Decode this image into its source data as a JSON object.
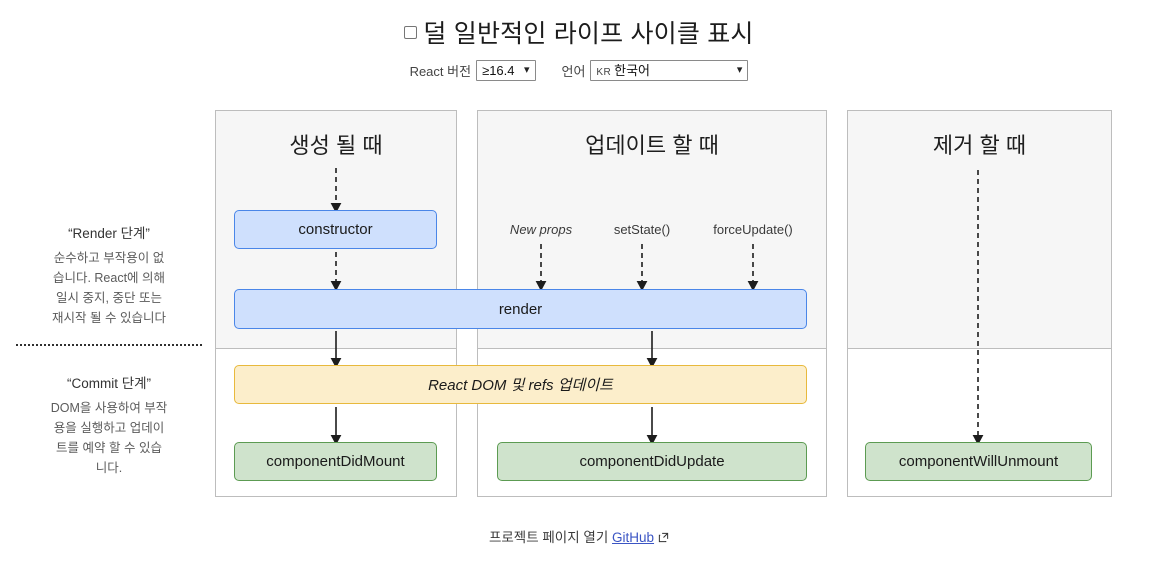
{
  "header": {
    "checkbox_label": "덜 일반적인 라이프 사이클 표시",
    "checkbox_checked": false,
    "version_label": "React 버전",
    "version_value": "≥16.4",
    "language_label": "언어",
    "language_tag": "KR",
    "language_value": "한국어"
  },
  "legend": {
    "render_phase": {
      "title": "“Render 단계”",
      "line1": "순수하고 부작용이 없",
      "line2": "습니다. React에 의해",
      "line3": "일시 중지, 중단 또는",
      "line4": "재시작 될 수 있습니다"
    },
    "commit_phase": {
      "title": "“Commit 단계”",
      "line1": "DOM을 사용하여 부작",
      "line2": "용을 실행하고 업데이",
      "line3": "트를 예약 할 수 있습",
      "line4": "니다."
    }
  },
  "columns": {
    "mount": "생성 될 때",
    "update": "업데이트 할 때",
    "unmount": "제거 할 때"
  },
  "triggers": {
    "new_props": "New props",
    "set_state": "setState()",
    "force_update": "forceUpdate()"
  },
  "nodes": {
    "constructor": "constructor",
    "render": "render",
    "dom_refs": "React DOM 및 refs 업데이트",
    "did_mount": "componentDidMount",
    "did_update": "componentDidUpdate",
    "will_unmount": "componentWillUnmount"
  },
  "footer": {
    "text": "프로젝트 페이지 열기",
    "link": "GitHub"
  },
  "colors": {
    "blue_fill": "#cfe0fd",
    "blue_border": "#4a86e8",
    "yellow_fill": "#fceecb",
    "yellow_border": "#e8b93c",
    "green_fill": "#cfe3cc",
    "green_border": "#5c9b52",
    "panel_top_bg": "#f6f6f6",
    "panel_border": "#bdbdbd",
    "link": "#3b55c4"
  }
}
